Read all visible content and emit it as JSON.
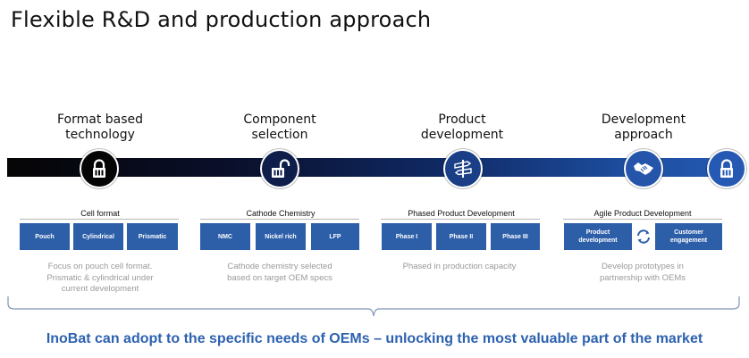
{
  "title": "Flexible R&D and production approach",
  "colors": {
    "accent_blue": "#2d5ea8",
    "bottom_text": "#2d62b0",
    "desc_gray": "#9a9a9a"
  },
  "columns": [
    {
      "heading": "Format based\ntechnology",
      "icon": "lock-icon",
      "box_title": "Cell format",
      "pills": [
        "Pouch",
        "Cylindrical",
        "Prismatic"
      ],
      "description": "Focus on pouch cell format.\nPrismatic & cylindrical under\ncurrent development"
    },
    {
      "heading": "Component\nselection",
      "icon": "unlock-icon",
      "box_title": "Cathode Chemistry",
      "pills": [
        "NMC",
        "Nickel rich",
        "LFP"
      ],
      "description": "Cathode chemistry selected\nbased on target OEM specs"
    },
    {
      "heading": "Product\ndevelopment",
      "icon": "signpost-icon",
      "box_title": "Phased Product Development",
      "pills": [
        "Phase I",
        "Phase II",
        "Phase III"
      ],
      "description": "Phased in production capacity"
    },
    {
      "heading": "Development\napproach",
      "icon": "handshake-icon",
      "box_title": "Agile Product Development",
      "pills": [
        "Product\ndevelopment",
        "Customer\nengagement"
      ],
      "description": "Develop prototypes in\npartnership with OEMs"
    }
  ],
  "end_icon": "lock-icon",
  "cycle_icon": "cycle-arrows-icon",
  "bottom_statement": "InoBat can adopt to the specific needs of OEMs – unlocking the most valuable part of the market"
}
